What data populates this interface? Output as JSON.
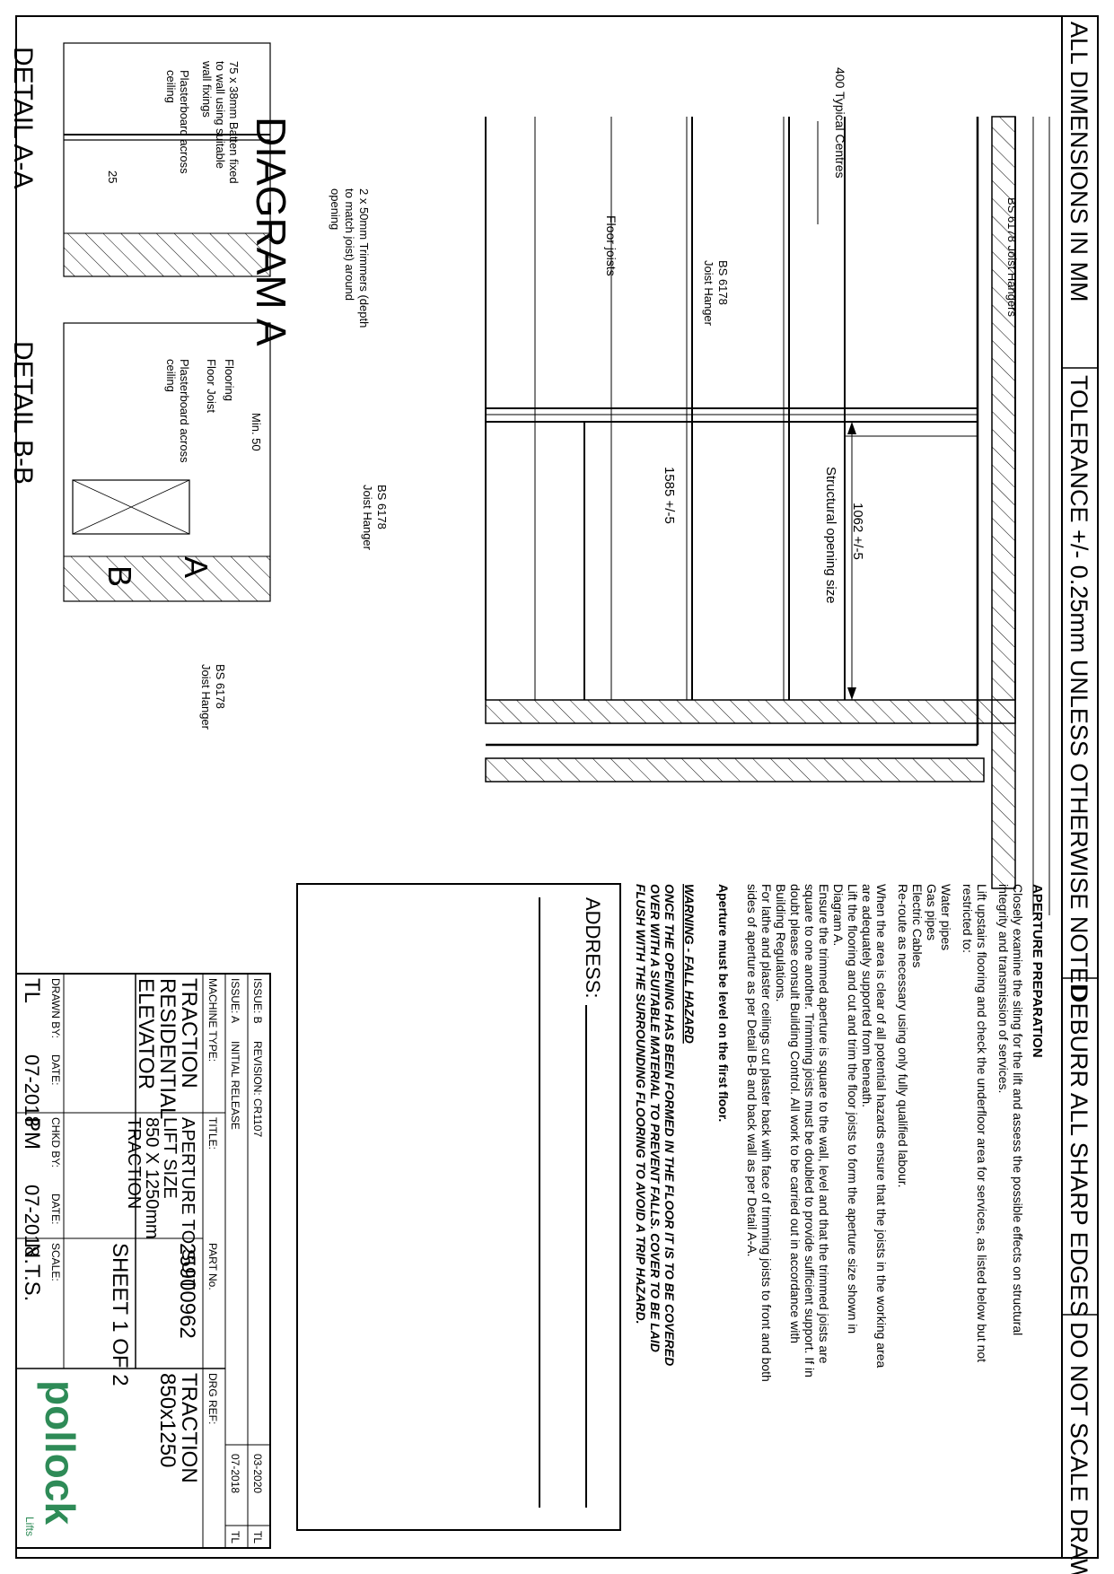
{
  "header_notes": {
    "dimensions": "ALL DIMENSIONS IN MM",
    "tolerance": "TOLERANCE +/- 0.25mm UNLESS OTHERWISE NOTED",
    "deburr": "DEBURR ALL SHARP EDGES",
    "no_scale": "DO NOT SCALE DRAWING"
  },
  "diagram_a": {
    "title": "DIAGRAM A",
    "labels": {
      "joist_hangers_top": "BS 6178 Joist Hangers",
      "typical_centres": "400 Typical Centres",
      "floor_joists": "Floor joists",
      "joist_hanger_1_l1": "BS 6178",
      "joist_hanger_1_l2": "Joist Hanger",
      "joist_hanger_2_l1": "BS 6178",
      "joist_hanger_2_l2": "Joist Hanger",
      "joist_hanger_3_l1": "BS 6178",
      "joist_hanger_3_l2": "Joist Hanger",
      "trimmers_l1": "2 x 50mm Trimmers  (depth",
      "trimmers_l2": "to match joist) around",
      "trimmers_l3": "opening",
      "dim_1062": "1062 +/-5",
      "dim_structural": "Structural opening size",
      "dim_1585": "1585 +/-5",
      "section_a": "A",
      "section_b": "B"
    }
  },
  "detail_aa": {
    "title": "DETAIL A-A",
    "labels": {
      "batten_l1": "75 x 38mm Batten fixed",
      "batten_l2": "to wall using suitable",
      "batten_l3": "wall fixings",
      "plaster_l1": "Plasterboard across",
      "plaster_l2": "ceiling",
      "dim_25": "25"
    }
  },
  "detail_bb": {
    "title": "DETAIL B-B",
    "labels": {
      "flooring": "Flooring",
      "floor_joist": "Floor Joist",
      "plaster_l1": "Plasterboard across",
      "plaster_l2": "ceiling",
      "min_50": "Min. 50"
    }
  },
  "aperture_notes": {
    "heading": "APERTURE PREPARATION",
    "p1_l1": "Closely examine the siting for the lift and assess the possible effects on structural",
    "p1_l2": "integrity and transmission of services.",
    "p2_l1": "Lift upstairs flooring and check the underfloor area for services, as listed below but not",
    "p2_l2": "restricted to:",
    "svc_1": "Water pipes",
    "svc_2": "Gas pipes",
    "svc_3": "Electric Cables",
    "svc_4": "Re-route as necessary using only fully qualified labour.",
    "p3_l1": "When the area is clear of all potential hazards ensure that the joists in the working area",
    "p3_l2": "are adequately supported from beneath.",
    "p3_l3": "Lift the flooring and cut and trim the floor joists to form the aperture size shown in",
    "p3_l4": "Diagram A.",
    "p3_l5": "Ensure the trimmed aperture is square to the wall, level and that the trimmed joists are",
    "p3_l6": "square to one another. Trimming joists must be doubled to provide sufficient support.  If in",
    "p3_l7": "doubt please consult Building Control.  All work to be carried out in accordance with",
    "p3_l8": "Building Regulations.",
    "p3_l9": "For lathe and plaster ceilings cut plaster back with face of trimming joists to front and both",
    "p3_l10": "sides of aperture as per Detail B-B and back wall as per Detail A-A.",
    "level_note": "Aperture must be level on the first floor.",
    "warning_heading": "WARNING - FALL HAZARD",
    "warning_l1": "ONCE THE OPENING HAS BEEN FORMED IN THE FLOOR IT IS TO BE COVERED",
    "warning_l2": "OVER WITH A SUITABLE MATERIAL TO PREVENT FALLS.  COVER TO BE LAID",
    "warning_l3": "FLUSH WITH THE SURROUNDING FLOORING TO AVOID A TRIP HAZARD."
  },
  "address_box": {
    "label": "ADDRESS:"
  },
  "title_block": {
    "issue_b": "ISSUE: B",
    "revision_b": "REVISION: CR1107",
    "date_b": "03-2020",
    "initials_b": "TL",
    "issue_a": "ISSUE: A",
    "revision_a": "INITIAL RELEASE",
    "date_a": "07-2018",
    "initials_a": "TL",
    "machine_type_label": "MACHINE TYPE:",
    "machine_l1": "TRACTION",
    "machine_l2": "RESIDENTIAL",
    "machine_l3": "ELEVATOR",
    "title_label": "TITLE:",
    "title_l1": "APERTURE TO SUIT",
    "title_l2": "LIFT SIZE",
    "title_l3": "850 X 1250mm",
    "title_l4": "TRACTION",
    "part_no_label": "PART No.",
    "part_no": "25900962",
    "drg_ref_label": "DRG REF:",
    "drg_ref_l1": "TRACTION",
    "drg_ref_l2": "850x1250",
    "sheet": "SHEET 1 OF 2",
    "drawn_by_label": "DRAWN BY:",
    "drawn_by": "TL",
    "date_label_1": "DATE:",
    "drawn_date": "07-2018",
    "chkd_by_label": "CHKD BY:",
    "chkd_by": "PM",
    "date_label_2": "DATE:",
    "chkd_date": "07-2018",
    "scale_label": "SCALE:",
    "scale": "N.T.S.",
    "logo_text": "pollock",
    "logo_sub": "Lifts"
  },
  "colors": {
    "line": "#000000",
    "logo": "#2e8b57"
  }
}
